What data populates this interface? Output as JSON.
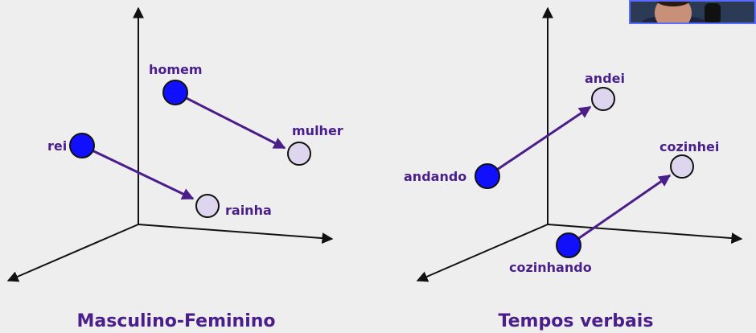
{
  "panels": [
    {
      "caption": "Masculino-Feminino",
      "words": {
        "homem": "homem",
        "mulher": "mulher",
        "rei": "rei",
        "rainha": "rainha"
      }
    },
    {
      "caption": "Tempos verbais",
      "words": {
        "andei": "andei",
        "andando": "andando",
        "cozinhei": "cozinhei",
        "cozinhando": "cozinhando"
      }
    }
  ],
  "colors": {
    "axis": "#111111",
    "arrow": "#4a1f8c",
    "source_point": "#1010ff",
    "target_point": "#ddd6ee",
    "text": "#4a1f8c"
  }
}
